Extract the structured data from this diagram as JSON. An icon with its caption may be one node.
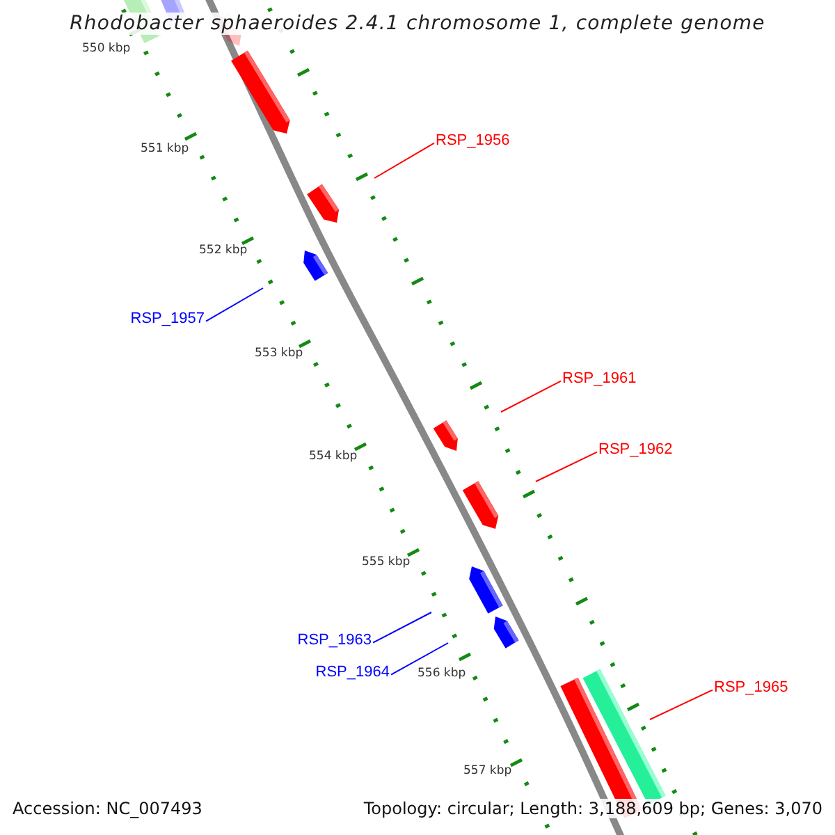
{
  "diagram": {
    "title": "Rhodobacter sphaeroides 2.4.1 chromosome 1, complete genome",
    "nodes": [
      {
        "text": [
          "RSP_1956"
        ]
      },
      {
        "text": [
          "RSP_1957"
        ]
      },
      {
        "text": [
          "RSP_1961"
        ]
      },
      {
        "text": [
          "RSP_1962"
        ]
      },
      {
        "text": [
          "RSP_1963"
        ]
      },
      {
        "text": [
          "RSP_1964"
        ]
      },
      {
        "text": [
          "RSP_1965"
        ]
      }
    ],
    "edges": [
      {
        "from": 0,
        "to": null,
        "arrow": "none"
      },
      {
        "from": 1,
        "to": null,
        "arrow": "none",
        "color": "#0000ff"
      },
      {
        "from": 2,
        "to": null,
        "arrow": "none"
      },
      {
        "from": 3,
        "to": null,
        "arrow": "none"
      },
      {
        "from": 4,
        "to": null,
        "arrow": "none",
        "color": "#0000ff"
      },
      {
        "from": 5,
        "to": null,
        "arrow": "none",
        "color": "#0000ff"
      },
      {
        "from": 6,
        "to": null,
        "arrow": "none"
      }
    ],
    "labels": [
      "550 kbp",
      "551 kbp",
      "552 kbp",
      "553 kbp",
      "554 kbp",
      "555 kbp",
      "556 kbp",
      "557 kbp",
      "Accession: NC_007493",
      "Topology: circular; Length: 3,188,609 bp; Genes: 3,070"
    ]
  }
}
